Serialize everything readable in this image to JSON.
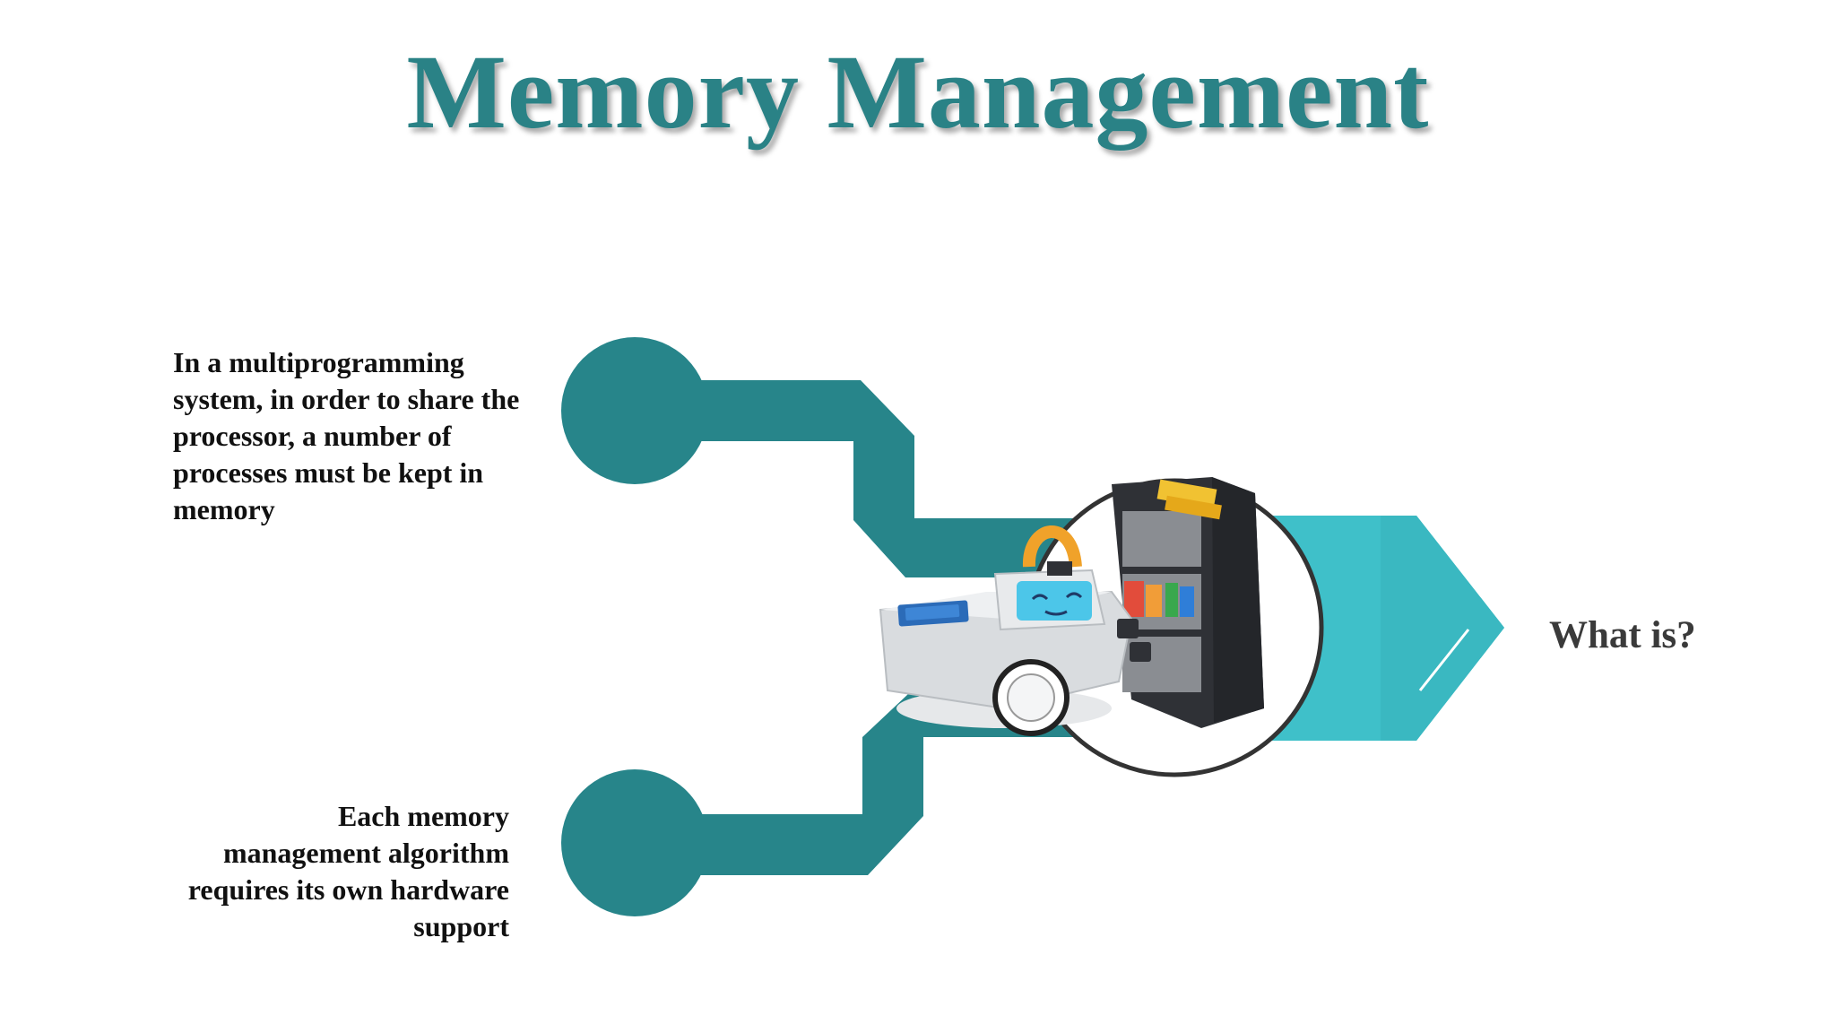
{
  "slide": {
    "title": "Memory Management",
    "point_top": "In a multiprogramming system, in order to share the processor, a number of processes must be kept in memory",
    "point_bottom": "Each memory management algorithm requires its own hardware support",
    "point_right": "What is?"
  },
  "colors": {
    "title": "#2a8286",
    "dark_teal": "#27858a",
    "light_teal": "#3fc0c9",
    "text": "#111111"
  },
  "icons": {
    "center_illustration": "robot-filing-cabinet-illustration"
  }
}
